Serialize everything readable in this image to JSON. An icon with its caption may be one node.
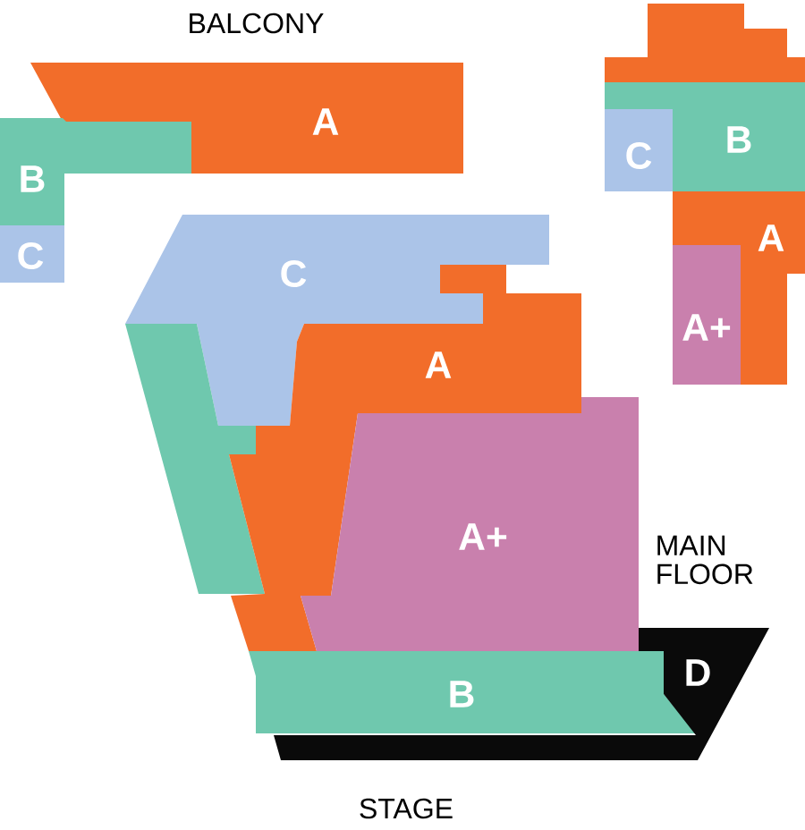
{
  "diagram": {
    "nodes": [
      {
        "text": [
          "A"
        ]
      },
      {
        "text": [
          "B"
        ]
      },
      {
        "text": [
          "C"
        ]
      },
      {
        "text": [],
        "shape": "box"
      },
      {
        "text": [
          "B"
        ]
      },
      {
        "text": [
          "C"
        ]
      },
      {
        "text": [
          "A"
        ]
      },
      {
        "text": [
          "A+"
        ]
      },
      {
        "text": [
          "C"
        ]
      },
      {
        "text": [],
        "shape": "box"
      },
      {
        "text": [
          "A"
        ]
      },
      {
        "text": [
          "A+"
        ]
      },
      {
        "text": [
          "B"
        ]
      },
      {
        "text": [
          "D"
        ]
      }
    ],
    "labels": [
      "BALCONY",
      "MAIN FLOOR",
      "STAGE"
    ]
  }
}
